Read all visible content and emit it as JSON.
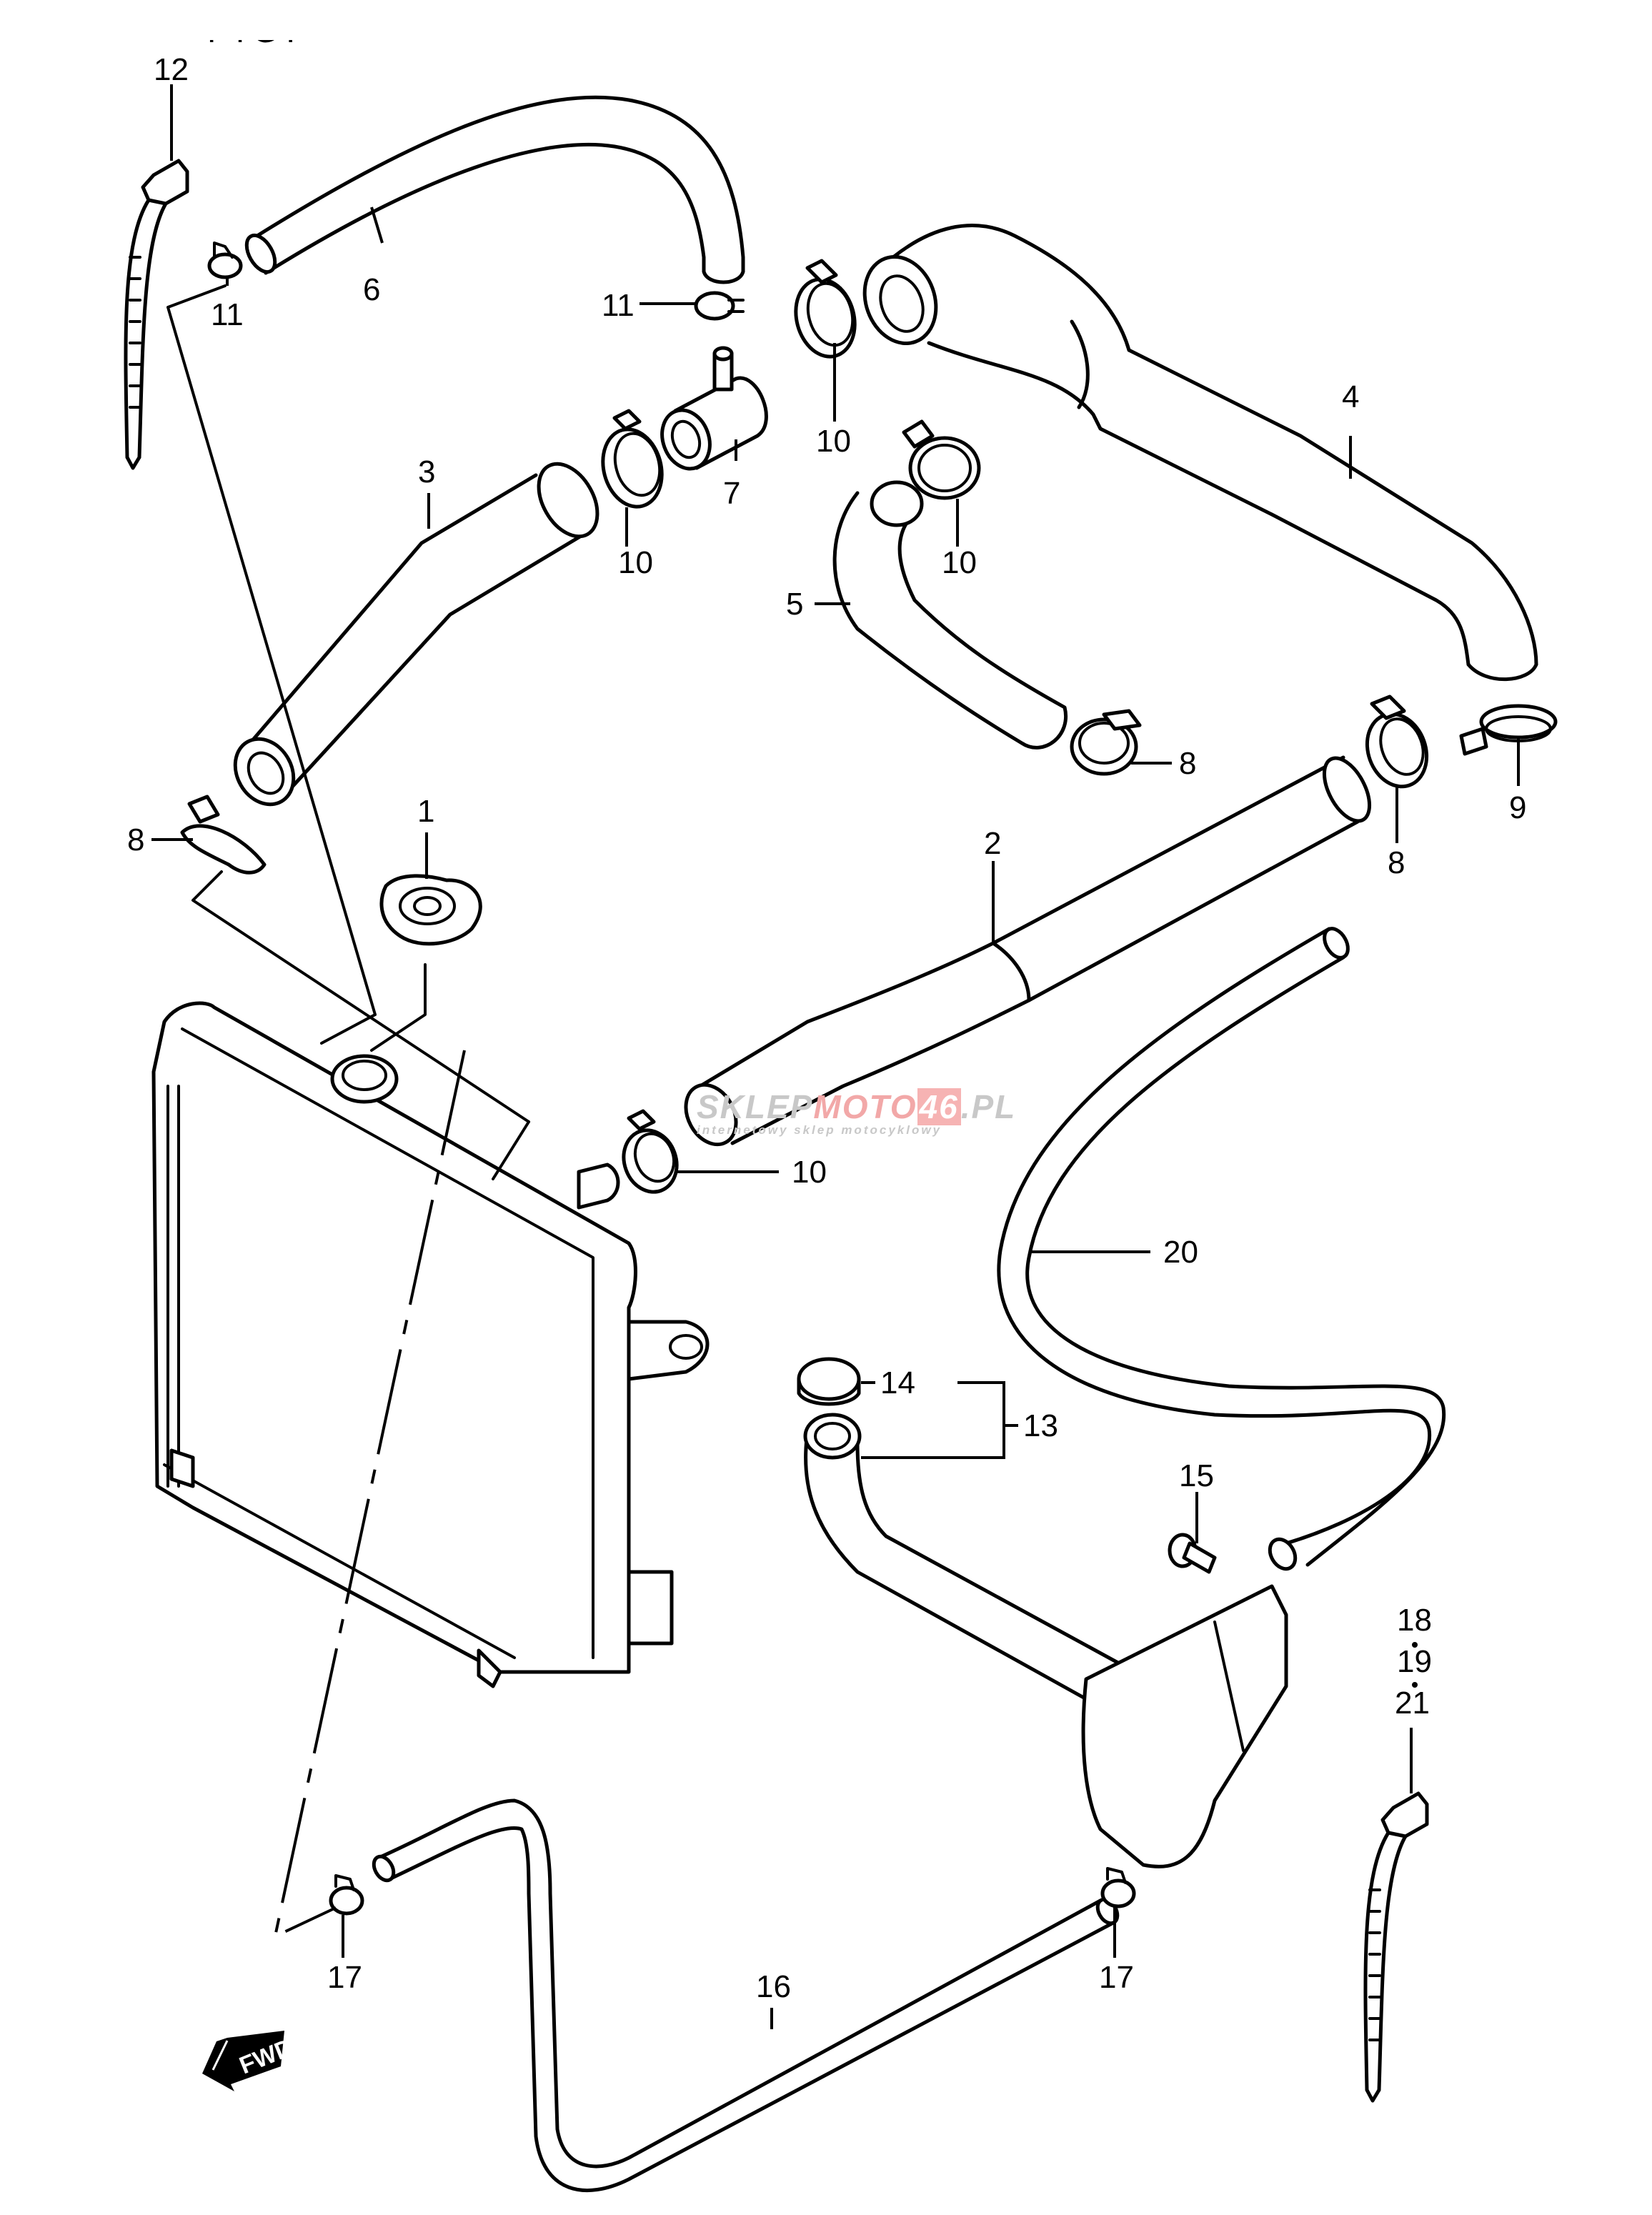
{
  "diagram": {
    "title_partial": "FIG.",
    "type": "exploded parts diagram — radiator hoses",
    "direction_marker": "FWD",
    "watermark": {
      "part1": "SKLEP",
      "part2": "MOTO",
      "part3": "46",
      "part4": ".PL",
      "subtitle": "internetowy sklep motocyklowy"
    },
    "callouts": {
      "c1": "1",
      "c2": "2",
      "c3": "3",
      "c4": "4",
      "c5": "5",
      "c6": "6",
      "c7": "7",
      "c8a": "8",
      "c8b": "8",
      "c8c": "8",
      "c9": "9",
      "c10a": "10",
      "c10b": "10",
      "c10c": "10",
      "c10d": "10",
      "c11a": "11",
      "c11b": "11",
      "c12": "12",
      "c13": "13",
      "c14": "14",
      "c15": "15",
      "c16": "16",
      "c17a": "17",
      "c17b": "17",
      "c18": "18",
      "c19": "19",
      "c20": "20",
      "c21": "21"
    },
    "parts": [
      {
        "no": "1",
        "name": "radiator-cap"
      },
      {
        "no": "2",
        "name": "hose"
      },
      {
        "no": "3",
        "name": "hose"
      },
      {
        "no": "4",
        "name": "hose"
      },
      {
        "no": "5",
        "name": "hose"
      },
      {
        "no": "6",
        "name": "hose"
      },
      {
        "no": "7",
        "name": "joint"
      },
      {
        "no": "8",
        "name": "clamp"
      },
      {
        "no": "9",
        "name": "clamp"
      },
      {
        "no": "10",
        "name": "clamp"
      },
      {
        "no": "11",
        "name": "clamp"
      },
      {
        "no": "12",
        "name": "clamp"
      },
      {
        "no": "13",
        "name": "reservoir-tank"
      },
      {
        "no": "14",
        "name": "cap"
      },
      {
        "no": "15",
        "name": "bolt"
      },
      {
        "no": "16",
        "name": "hose"
      },
      {
        "no": "17",
        "name": "clamp"
      },
      {
        "no": "18",
        "name": "clamp"
      },
      {
        "no": "19",
        "name": "clamp"
      },
      {
        "no": "20",
        "name": "hose"
      },
      {
        "no": "21",
        "name": "clamp"
      }
    ]
  }
}
